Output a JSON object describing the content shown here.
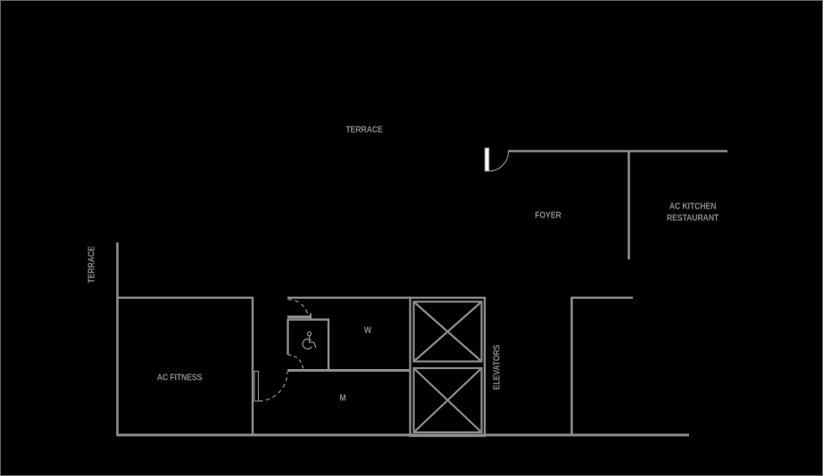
{
  "canvas": {
    "background": "#000000",
    "line_color": "#8d8d8d",
    "text_color": "#8a8a8a",
    "door_leaf_color": "#ffffff",
    "border_color": "#6a6a6a"
  },
  "labels": {
    "terrace_top": {
      "text": "TERRACE"
    },
    "terrace_left": {
      "text": "TERRACE"
    },
    "foyer": {
      "text": "FOYER"
    },
    "ac_kitchen_restaurant": {
      "line1": "AC KITCHEN",
      "line2": "RESTAURANT"
    },
    "ac_fitness": {
      "text": "AC FITNESS"
    },
    "womens_restroom": {
      "text": "W"
    },
    "mens_restroom": {
      "text": "M"
    },
    "elevators": {
      "text": "ELEVATORS"
    }
  },
  "icons": {
    "accessible_restroom": "wheelchair-icon"
  }
}
